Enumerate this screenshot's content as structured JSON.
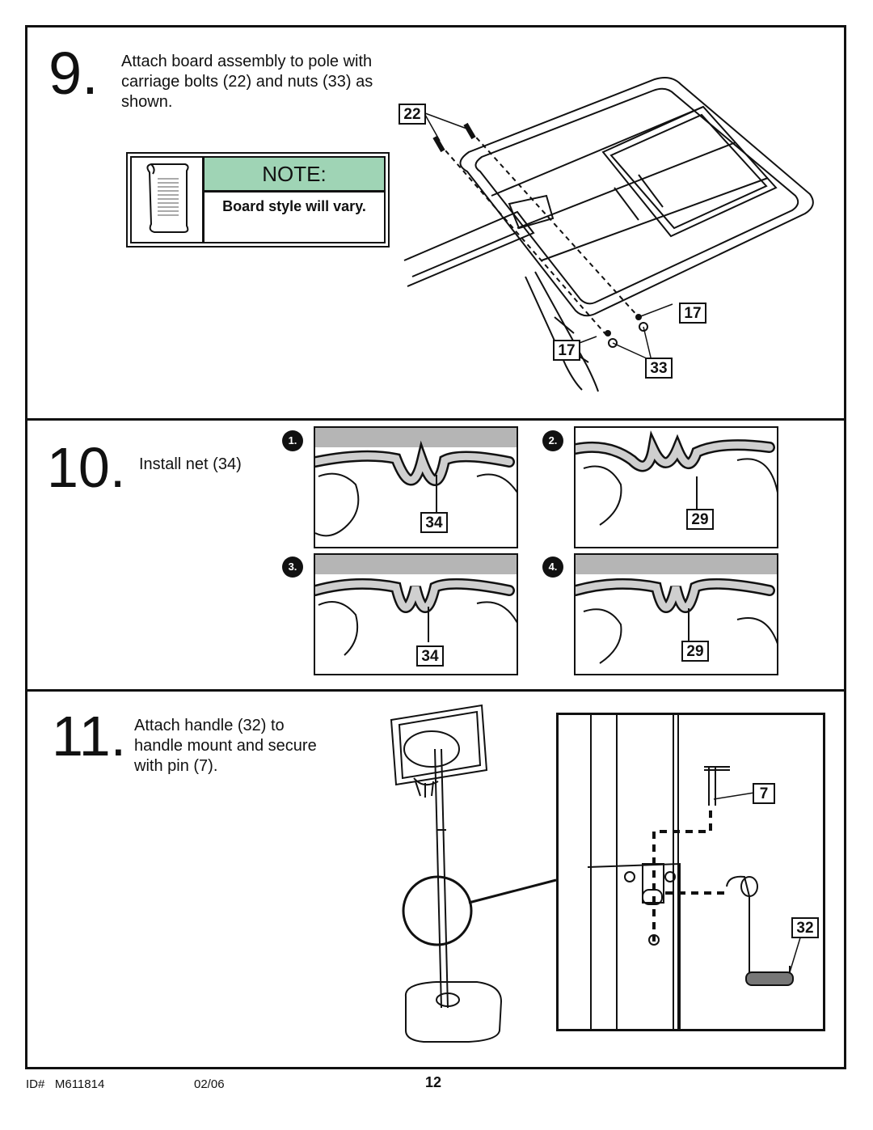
{
  "step9": {
    "number": "9.",
    "text_lines": [
      "Attach board assembly to pole with",
      "carriage bolts (22) and nuts (33) as",
      "shown."
    ],
    "note_title": "NOTE:",
    "note_body": "Board style will vary.",
    "callouts": [
      "22",
      "17",
      "17",
      "33"
    ]
  },
  "step10": {
    "number": "10.",
    "text": "Install net (34)",
    "panels": [
      {
        "badge": "1.",
        "callout": "34"
      },
      {
        "badge": "2.",
        "callout": "29"
      },
      {
        "badge": "3.",
        "callout": "34"
      },
      {
        "badge": "4.",
        "callout": "29"
      }
    ]
  },
  "step11": {
    "number": "11.",
    "text_lines": [
      "Attach handle (32) to",
      "handle mount and secure",
      "with pin (7)."
    ],
    "callouts": [
      "7",
      "32"
    ]
  },
  "footer": {
    "id_label": "ID#",
    "id_value": "M611814",
    "date": "02/06",
    "page": "12"
  },
  "colors": {
    "note_header": "#9fd4b5",
    "panel_band": "#b5b5b5"
  }
}
